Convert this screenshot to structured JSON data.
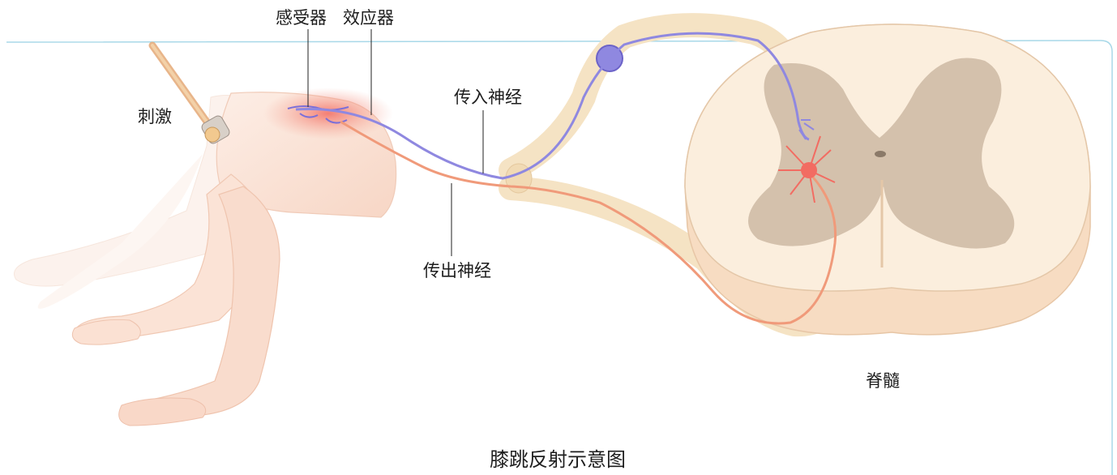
{
  "diagram": {
    "labels": {
      "stimulus": "刺激",
      "receptor": "感受器",
      "effector": "效应器",
      "afferent_nerve": "传入神经",
      "efferent_nerve": "传出神经",
      "spinal_cord": "脊髓"
    },
    "caption": "膝跳反射示意图"
  },
  "colors": {
    "afferent_nerve": "#8f88e0",
    "efferent_nerve": "#f09a7a",
    "muscle_highlight": "#f26c62",
    "nerve_sheath": "#f5e3c4",
    "gray_matter": "#cdb9a3",
    "white_matter": "#fbeedd",
    "skin": "#fbe3d6",
    "panel_line": "#a8d8e8"
  }
}
